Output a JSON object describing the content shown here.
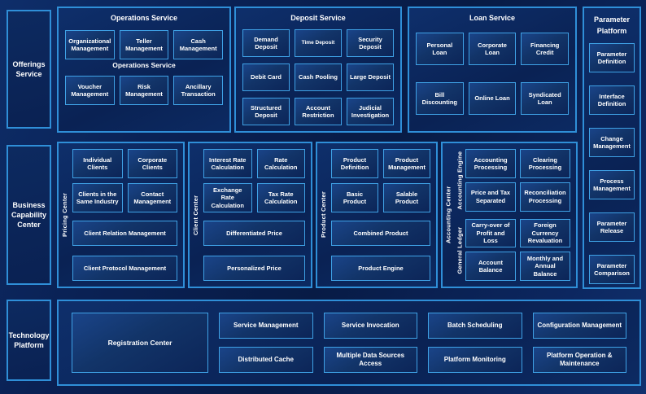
{
  "left_rail": {
    "offerings_label": "Offerings Service",
    "business_label": "Business Capability Center",
    "technology_label": "Technology Platform"
  },
  "offerings": {
    "operations": {
      "title": "Operations Service",
      "subtitle": "Operations Service",
      "row1": [
        "Organizational Management",
        "Teller Management",
        "Cash Management"
      ],
      "row2": [
        "Voucher Management",
        "Risk Management",
        "Ancillary Transaction"
      ]
    },
    "deposit": {
      "title": "Deposit Service",
      "boxes": [
        "Demand Deposit",
        "Time Deposit",
        "Security Deposit",
        "Debit Card",
        "Cash Pooling",
        "Large Deposit",
        "Structured Deposit",
        "Account Restriction",
        "Judicial Investigation"
      ]
    },
    "loan": {
      "title": "Loan Service",
      "row1": [
        "Personal Loan",
        "Corporate Loan",
        "Financing Credit"
      ],
      "row2": [
        "Bill Discounting",
        "Online Loan",
        "Syndicated Loan"
      ]
    }
  },
  "parameter_platform": {
    "title_line1": "Parameter",
    "title_line2": "Platform",
    "boxes": [
      "Parameter Definition",
      "Interface Definition",
      "Change Management",
      "Process Management",
      "Parameter Release",
      "Parameter Comparison"
    ]
  },
  "capability": {
    "pricing": {
      "label": "Pricing Center",
      "row1": [
        "Individual Clients",
        "Corporate Clients"
      ],
      "row2": [
        "Clients in the Same Industry",
        "Contact Management"
      ],
      "wide": [
        "Client Relation Management",
        "Client Protocol Management"
      ]
    },
    "client": {
      "label": "Client Center",
      "row1": [
        "Interest Rate Calculation",
        "Rate Calculation"
      ],
      "row2": [
        "Exchange Rate Calculation",
        "Tax Rate Calculation"
      ],
      "wide": [
        "Differentiated Price",
        "Personalized Price"
      ]
    },
    "product": {
      "label": "Product Center",
      "row1": [
        "Product Definition",
        "Product Management"
      ],
      "row2": [
        "Basic Product",
        "Salable Product"
      ],
      "wide": [
        "Combined Product",
        "Product Engine"
      ]
    },
    "accounting": {
      "label": "Accounting Center",
      "engine": {
        "label": "Accounting Engine",
        "boxes": [
          "Accounting Processing",
          "Clearing Processing",
          "Price and Tax Separated",
          "Reconciliation Processing"
        ]
      },
      "ledger": {
        "label": "General Ledger",
        "boxes": [
          "Carry-over of Profit and Loss",
          "Foreign Currency Revaluation",
          "Account Balance",
          "Monthly and Annual Balance"
        ]
      }
    }
  },
  "technology": {
    "registration": "Registration Center",
    "columns": [
      [
        "Service Management",
        "Distributed Cache"
      ],
      [
        "Service Invocation",
        "Multiple Data Sources Access"
      ],
      [
        "Batch Scheduling",
        "Platform Monitoring"
      ],
      [
        "Configuration Management",
        "Platform Operation & Maintenance"
      ]
    ]
  },
  "colors": {
    "background": "#0a2154",
    "panel_border": "#2f8fd8",
    "box_border": "#3fa2e6",
    "text": "#ffffff"
  }
}
